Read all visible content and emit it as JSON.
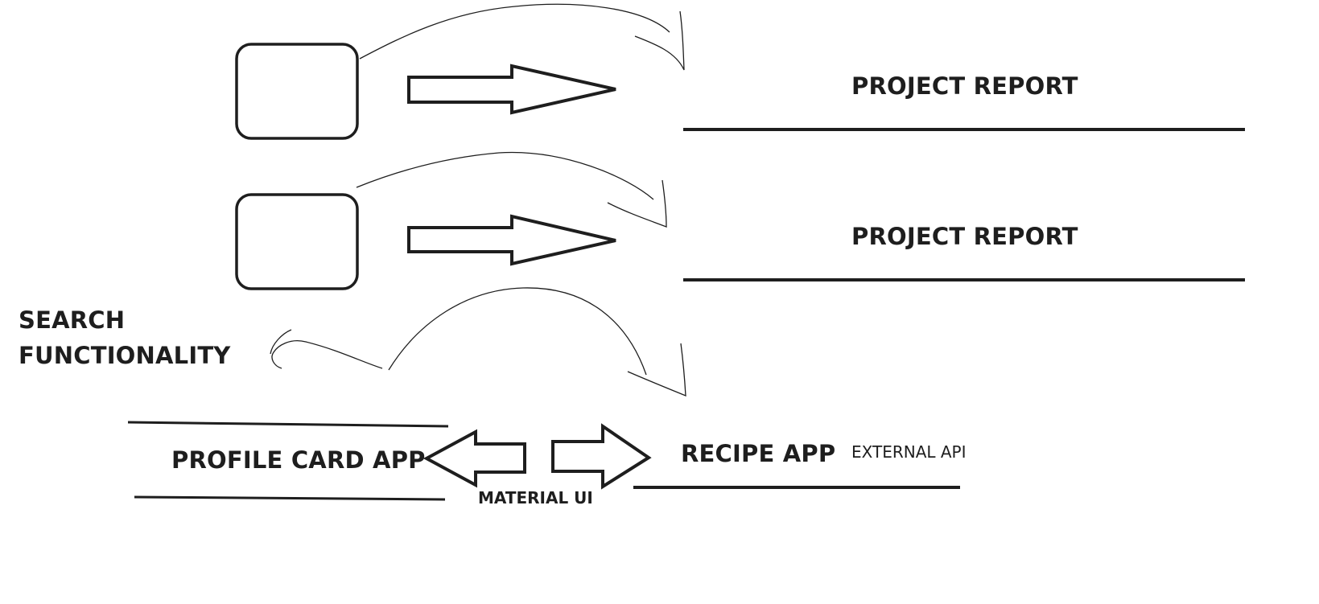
{
  "labels": {
    "project_report_1": "PROJECT REPORT",
    "project_report_2": "PROJECT REPORT",
    "search_line_1": "SEARCH",
    "search_line_2": "FUNCTIONALITY",
    "profile_card_app": "PROFILE CARD APP",
    "recipe_app": "RECIPE APP",
    "external_api": "EXTERNAL API",
    "material_ui": "MATERIAL UI"
  },
  "colors": {
    "stroke": "#1e1e1e",
    "background": "#ffffff"
  }
}
